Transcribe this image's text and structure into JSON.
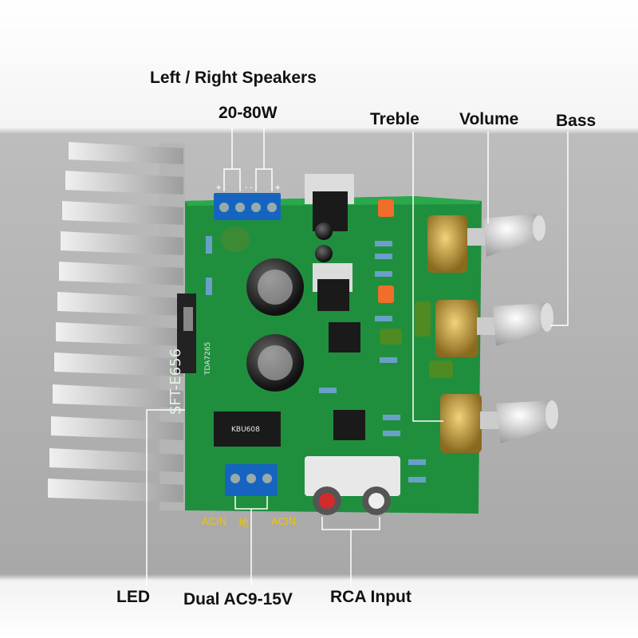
{
  "labels": {
    "speakers_title": "Left / Right Speakers",
    "speakers_power": "20-80W",
    "treble": "Treble",
    "volume": "Volume",
    "bass": "Bass",
    "led": "LED",
    "power_input": "Dual AC9-15V",
    "rca_input": "RCA Input"
  },
  "terminal_labels": {
    "acin_left": "ACIN",
    "ground": "地",
    "acin_right": "ACIN"
  },
  "board": {
    "model": "SFT-E656",
    "amp_ic": "TDA7265",
    "rectifier": "KBU608"
  },
  "colors": {
    "background": "#d9d9d9",
    "pcb": "#1f8f3e",
    "terminal": "#1565c0",
    "heatsink": "#c9c9c9",
    "knob": "#e3e3e3",
    "callout_line": "#ffffff",
    "terminal_text": "#f2c200"
  }
}
